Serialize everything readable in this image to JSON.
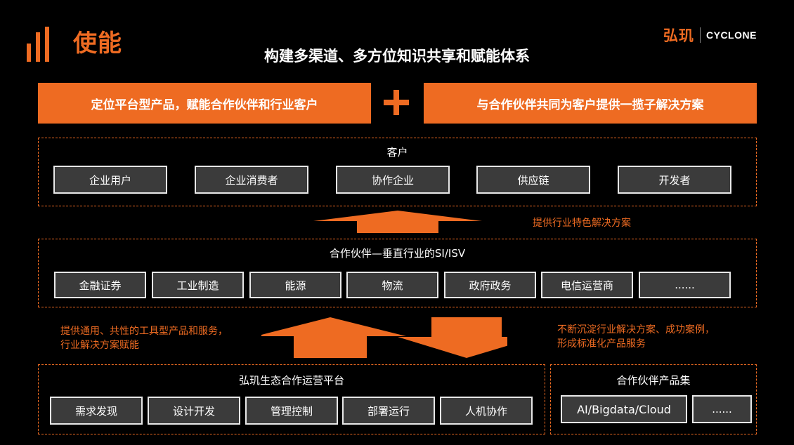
{
  "header": {
    "page_title": "使能",
    "headline": "构建多渠道、多方位知识共享和赋能体系",
    "brand_cn": "弘玑",
    "brand_en": "CYCLONE"
  },
  "banners": {
    "left": "定位平台型产品，赋能合作伙伴和行业客户",
    "right": "与合作伙伴共同为客户提供一揽子解决方案"
  },
  "customers": {
    "title": "客户",
    "items": [
      "企业用户",
      "企业消费者",
      "协作企业",
      "供应链",
      "开发者"
    ]
  },
  "arrow_note_top": "提供行业特色解决方案",
  "partners": {
    "title": "合作伙伴—垂直行业的SI/ISV",
    "items": [
      "金融证券",
      "工业制造",
      "能源",
      "物流",
      "政府政务",
      "电信运营商",
      "......"
    ]
  },
  "arrow_note_left": [
    "提供通用、共性的工具型产品和服务，",
    "行业解决方案赋能"
  ],
  "arrow_note_right": [
    "不断沉淀行业解决方案、成功案例，",
    "形成标准化产品服务"
  ],
  "platform": {
    "title": "弘玑生态合作运营平台",
    "items": [
      "需求发现",
      "设计开发",
      "管理控制",
      "部署运行",
      "人机协作"
    ]
  },
  "partner_products": {
    "title": "合作伙伴产品集",
    "items": [
      "AI/Bigdata/Cloud",
      "......"
    ]
  },
  "colors": {
    "accent": "#ee6b22",
    "chip_bg": "#3b3b3b",
    "background": "#000000"
  }
}
